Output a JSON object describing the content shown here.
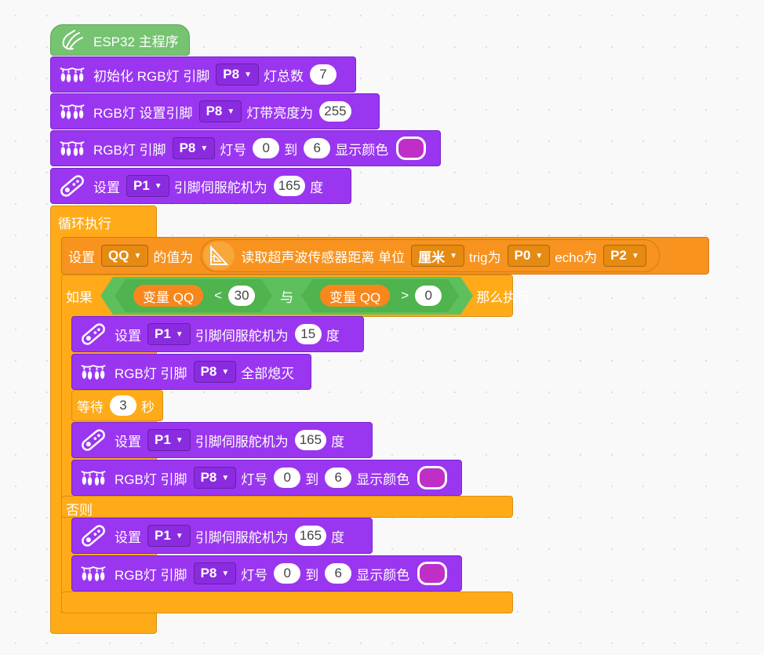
{
  "hat": {
    "label": "ESP32 主程序"
  },
  "init_block": {
    "label": "初始化 RGB灯 引脚",
    "pin": "P8",
    "count_label": "灯总数",
    "count": "7"
  },
  "brightness_block": {
    "label": "RGB灯 设置引脚",
    "pin": "P8",
    "bright_label": "灯带亮度为",
    "value": "255"
  },
  "show_block_1": {
    "label": "RGB灯 引脚",
    "pin": "P8",
    "num_label": "灯号",
    "from": "0",
    "to_label": "到",
    "to": "6",
    "show_label": "显示颜色"
  },
  "servo_block_1": {
    "set_label": "设置",
    "pin": "P1",
    "label": "引脚伺服舵机为",
    "value": "165",
    "unit": "度"
  },
  "loop": {
    "label": "循环执行"
  },
  "set_var": {
    "set_label": "设置",
    "var": "QQ",
    "value_label": "的值为",
    "sensor_label": "读取超声波传感器距离 单位",
    "unit": "厘米",
    "trig_label": "trig为",
    "trig": "P0",
    "echo_label": "echo为",
    "echo": "P2"
  },
  "if_block": {
    "if_label": "如果",
    "var1": "变量 QQ",
    "op1": "<",
    "val1": "30",
    "and_label": "与",
    "var2": "变量 QQ",
    "op2": ">",
    "val2": "0",
    "then_label": "那么执行",
    "else_label": "否则"
  },
  "then_servo_1": {
    "set_label": "设置",
    "pin": "P1",
    "label": "引脚伺服舵机为",
    "value": "15",
    "unit": "度"
  },
  "then_off": {
    "label": "RGB灯 引脚",
    "pin": "P8",
    "off_label": "全部熄灭"
  },
  "wait": {
    "label": "等待",
    "value": "3",
    "unit": "秒"
  },
  "then_servo_2": {
    "set_label": "设置",
    "pin": "P1",
    "label": "引脚伺服舵机为",
    "value": "165",
    "unit": "度"
  },
  "then_show": {
    "label": "RGB灯 引脚",
    "pin": "P8",
    "num_label": "灯号",
    "from": "0",
    "to_label": "到",
    "to": "6",
    "show_label": "显示颜色"
  },
  "else_servo": {
    "set_label": "设置",
    "pin": "P1",
    "label": "引脚伺服舵机为",
    "value": "165",
    "unit": "度"
  },
  "else_show": {
    "label": "RGB灯 引脚",
    "pin": "P8",
    "num_label": "灯号",
    "from": "0",
    "to_label": "到",
    "to": "6",
    "show_label": "显示颜色"
  },
  "colors": {
    "purple": "#9a36f0",
    "orange": "#ffab19",
    "green": "#5ec05c",
    "swatch": "#c02ec8"
  },
  "icons": {
    "hat": "hand-wave-icon",
    "rgb": "led-string-icon",
    "servo": "servo-icon",
    "sensor": "ruler-triangle-icon"
  }
}
